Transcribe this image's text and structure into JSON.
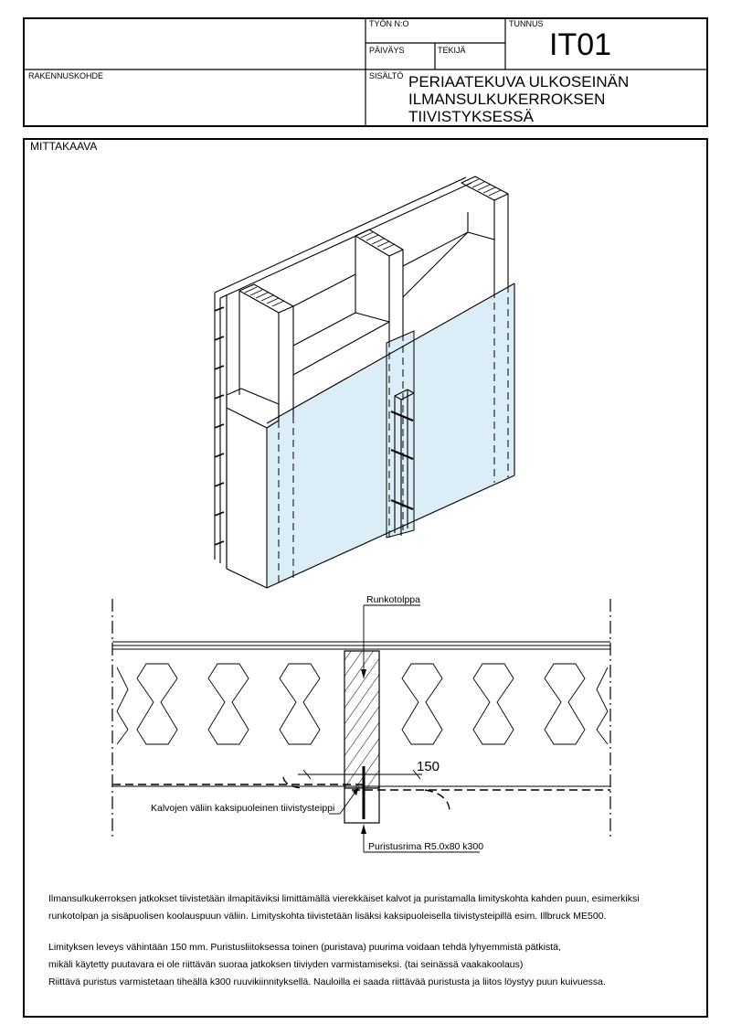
{
  "title_block": {
    "work_no_label": "TYÖN N:O",
    "date_label": "PÄIVÄYS",
    "author_label": "TEKIJÄ",
    "id_label": "TUNNUS",
    "id_value": "IT01",
    "site_label": "RAKENNUSKOHDE",
    "content_label": "SISÄLTÖ",
    "content_lines": [
      "PERIAATEKUVA ULKOSEINÄN",
      "ILMANSULKUKERROKSEN",
      "TIIVISTYKSESSÄ"
    ]
  },
  "drawing": {
    "scale_label": "MITTAKAAVA",
    "labels": {
      "stud": "Runkotolppa",
      "tape": "Kalvojen väliin kaksipuoleinen tiivistysteippi",
      "batten": "Puristusrima R5.0x80 k300",
      "overlap_dim": "150"
    }
  },
  "notes": [
    "Ilmansulkukerroksen jatkokset tiivistetään ilmapitäviksi limittämällä vierekkäiset kalvot ja puristamalla limityskohta kahden puun, esimerkiksi",
    "runkotolpan ja sisäpuolisen koolauspuun väliin. Limityskohta tiivistetään lisäksi kaksipuoleisella tiivistysteipillä esim. Illbruck ME500.",
    "Limityksen leveys vähintään 150 mm. Puristusliitoksessa toinen (puristava) puurima voidaan tehdä lyhyemmistä pätkistä,",
    "mikäli käytetty puutavara ei ole riittävän suoraa jatkoksen tiiviyden varmistamiseksi. (tai seinässä vaakakoolaus)",
    "Riittävä puristus varmistetaan tiheällä k300 ruuvikiinnityksellä. Nauloilla ei saada riittävää puristusta ja liitos löystyy puun kuivuessa."
  ],
  "colors": {
    "membrane": "#dbeef8",
    "line": "#000000"
  }
}
